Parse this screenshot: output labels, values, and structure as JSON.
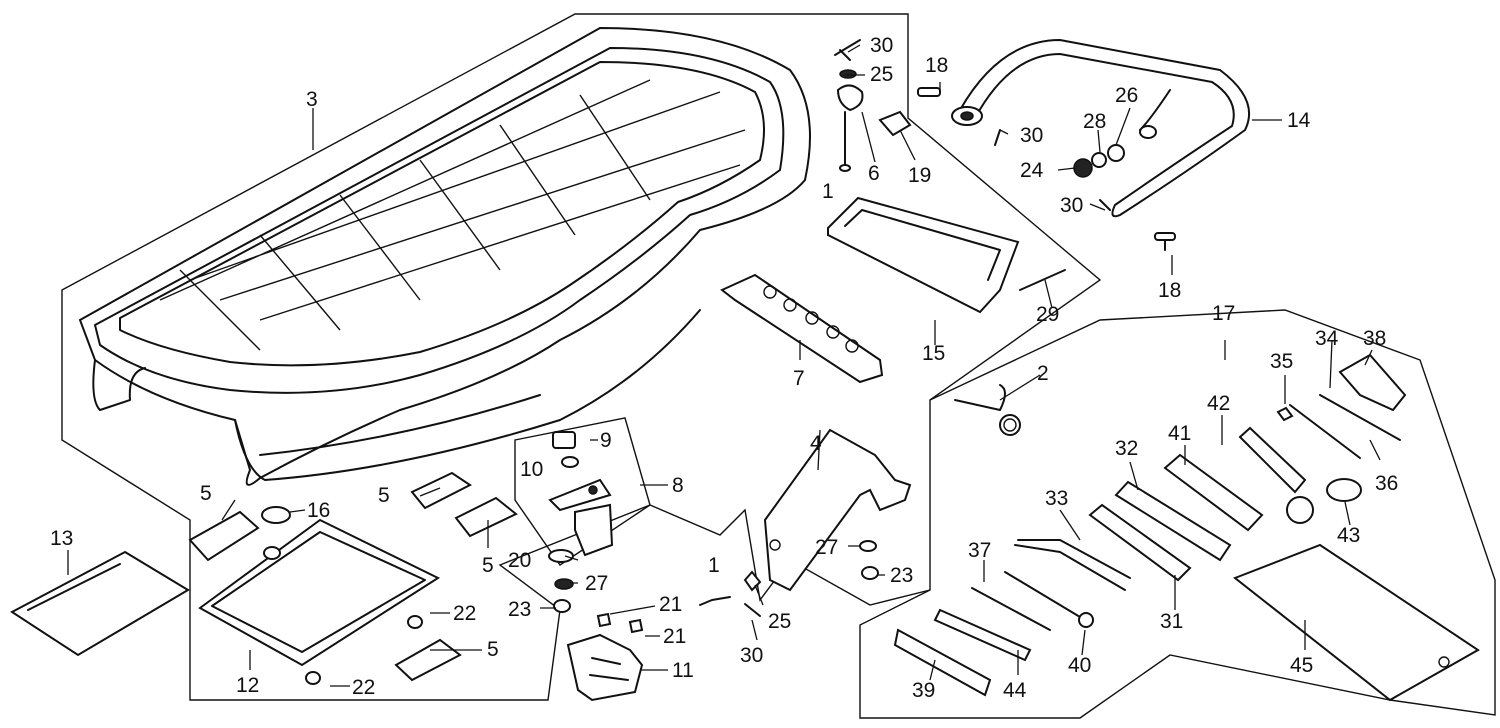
{
  "labels": {
    "p1a": "1",
    "p1b": "1",
    "p2": "2",
    "p3": "3",
    "p4": "4",
    "p5a": "5",
    "p5b": "5",
    "p5c": "5",
    "p5d": "5",
    "p6": "6",
    "p7": "7",
    "p8": "8",
    "p9": "9",
    "p10": "10",
    "p11": "11",
    "p12": "12",
    "p13": "13",
    "p14": "14",
    "p15": "15",
    "p16": "16",
    "p17": "17",
    "p18a": "18",
    "p18b": "18",
    "p19": "19",
    "p20": "20",
    "p21a": "21",
    "p21b": "21",
    "p22a": "22",
    "p22b": "22",
    "p23a": "23",
    "p23b": "23",
    "p24": "24",
    "p25a": "25",
    "p25b": "25",
    "p26": "26",
    "p27a": "27",
    "p27b": "27",
    "p28": "28",
    "p29": "29",
    "p30a": "30",
    "p30b": "30",
    "p30c": "30",
    "p30d": "30",
    "p31": "31",
    "p32": "32",
    "p33": "33",
    "p34": "34",
    "p35": "35",
    "p36": "36",
    "p37": "37",
    "p38": "38",
    "p39": "39",
    "p40": "40",
    "p41": "41",
    "p42": "42",
    "p43": "43",
    "p44": "44",
    "p45": "45"
  }
}
